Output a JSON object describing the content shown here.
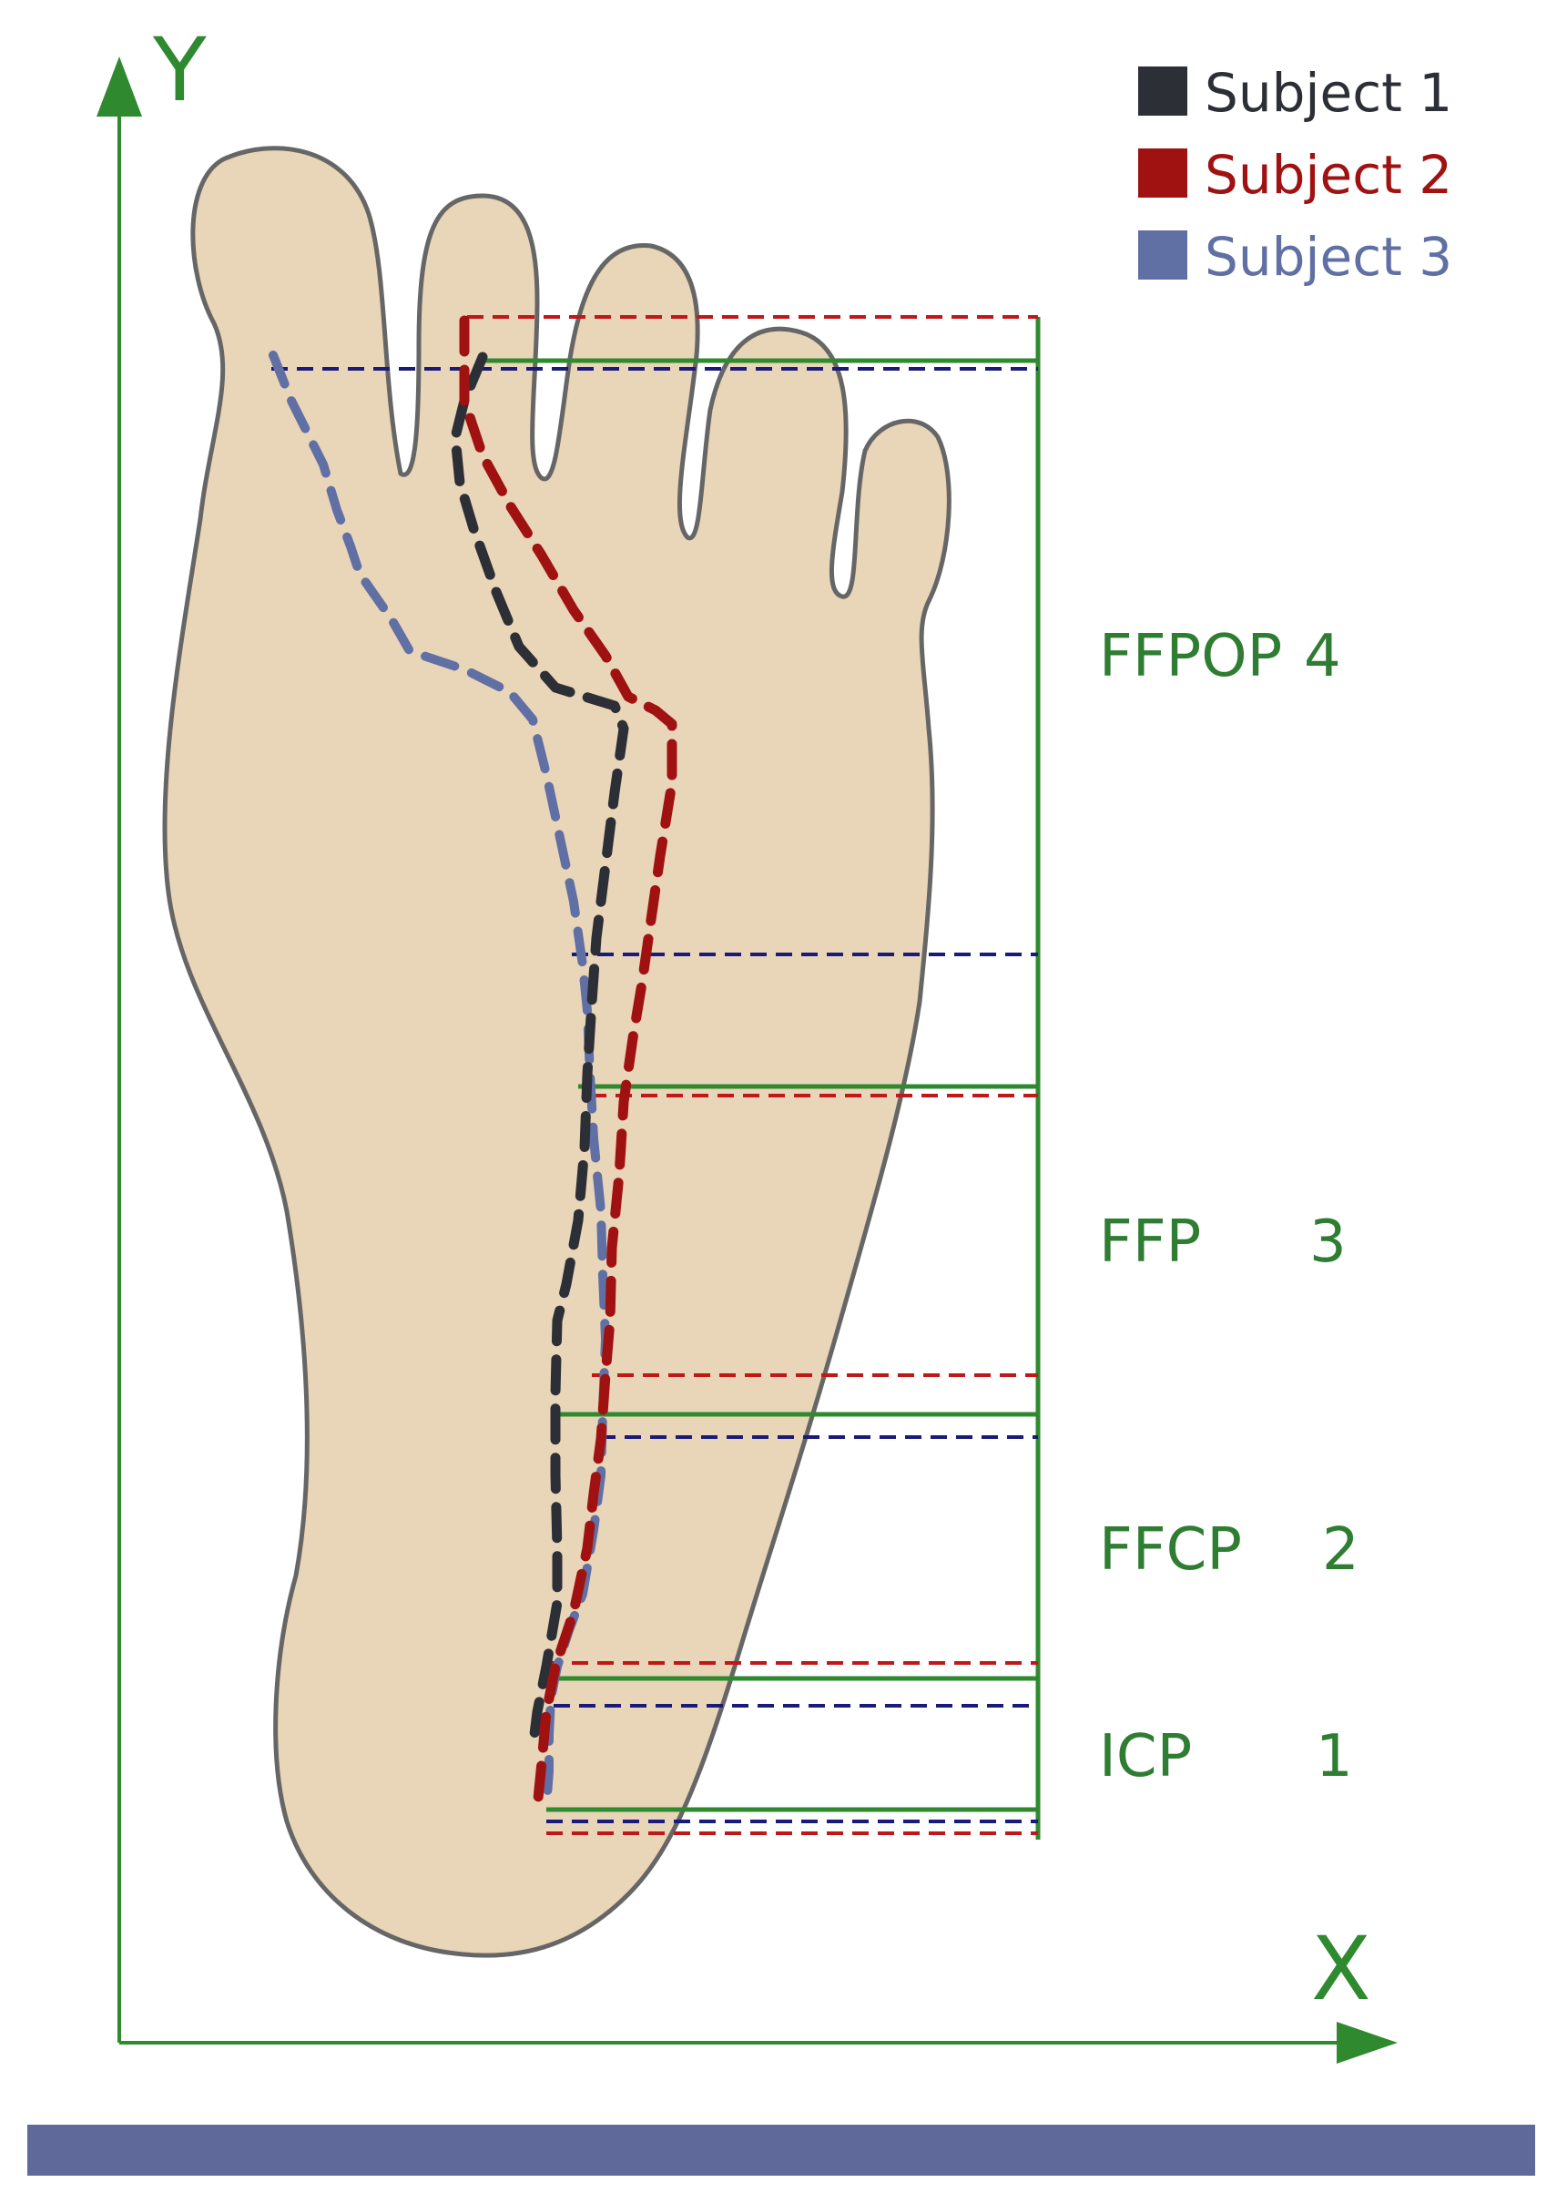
{
  "axes": {
    "y_label": "Y",
    "x_label": "X",
    "color": "#2f8a2f"
  },
  "legend": [
    {
      "label": "Subject 1",
      "color": "#2d2f36"
    },
    {
      "label": "Subject 2",
      "color": "#a01212"
    },
    {
      "label": "Subject 3",
      "color": "#6070a4"
    }
  ],
  "phases": [
    {
      "name": "FFPOP",
      "number": "4"
    },
    {
      "name": "FFP",
      "number": "3"
    },
    {
      "name": "FFCP",
      "number": "2"
    },
    {
      "name": "ICP",
      "number": "1"
    }
  ],
  "colors": {
    "foot_fill": "#e9d5b8",
    "foot_outline": "#666666",
    "boundary_green": "#2f8a2f",
    "boundary_red": "#c01818",
    "boundary_blue": "#1a1a7a",
    "footer_bar": "#5f6a9b"
  }
}
